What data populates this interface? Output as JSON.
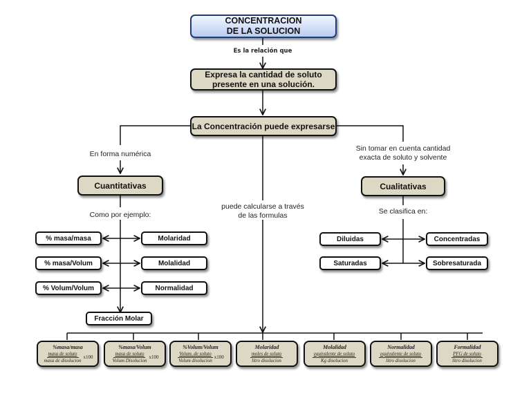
{
  "title": {
    "line1": "CONCENTRACION",
    "line2": "DE LA SOLUCION"
  },
  "link_relation": "Es la relación que",
  "definition": {
    "line1": "Expresa la cantidad de soluto",
    "line2": "presente en una solución."
  },
  "expression_node": "La Concentración puede expresarse",
  "left_branch": {
    "link": "En forma numérica",
    "node": "Cuantitativas",
    "example_link": "Como por ejemplo:",
    "left_items": [
      "% masa/masa",
      "% masa/Volum",
      "% Volum/Volum"
    ],
    "right_items": [
      "Molaridad",
      "Molalidad",
      "Normalidad"
    ],
    "bottom_item": "Fracción Molar"
  },
  "right_branch": {
    "link_line1": "Sin  tomar en cuenta cantidad",
    "link_line2": "exacta de soluto y solvente",
    "node": "Cualitativas",
    "classify_link": "Se clasifica en:",
    "left_items": [
      "Diluidas",
      "Saturadas"
    ],
    "right_items": [
      "Concentradas",
      "Sobresaturada"
    ]
  },
  "center_link": {
    "line1": "puede calcularse a través",
    "line2": "de las formulas"
  },
  "formulas": [
    {
      "title": "%masa/masa",
      "numerator": "masa de soluto",
      "denominator": "masa de disolucion",
      "multiplier": "x100"
    },
    {
      "title": "%masa/Volum",
      "numerator": "masa de soluto",
      "denominator": "Volum Disolucion",
      "multiplier": "x100"
    },
    {
      "title": "%Volum/Volum",
      "numerator": "Volum. de soluto",
      "denominator": "Volum disolucion",
      "multiplier": "x100"
    },
    {
      "title": "Molaridad",
      "numerator": "moles  de soluto",
      "denominator": "litro disolucion",
      "multiplier": ""
    },
    {
      "title": "Molalidad",
      "numerator": "equivalente  de soluto",
      "denominator": "Kg disolucion",
      "multiplier": ""
    },
    {
      "title": "Normalidad",
      "numerator": "equivalente  de soluto",
      "denominator": "litro disolucion",
      "multiplier": ""
    },
    {
      "title": "Formalidad",
      "numerator": "PFG de soluto",
      "denominator": "litro disolucion",
      "multiplier": ""
    }
  ],
  "colors": {
    "title_border": "#1f3a78",
    "title_fill": "#b9cdf2",
    "tan_fill": "#ddd8c4",
    "line": "#111111"
  }
}
